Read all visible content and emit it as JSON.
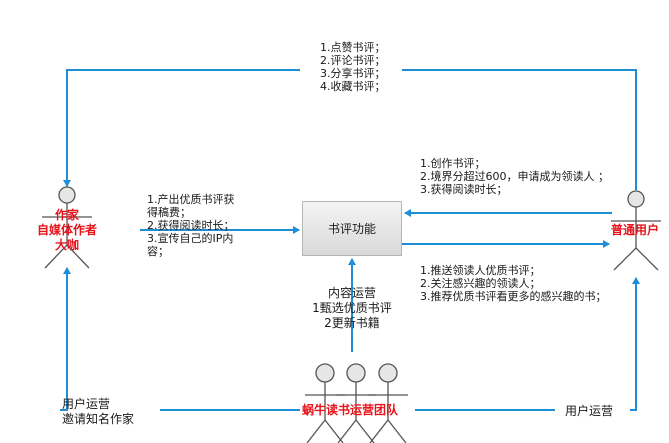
{
  "actors": {
    "author": {
      "lines": [
        "作家",
        "自媒体作者",
        "大咖"
      ]
    },
    "user": {
      "label": "普通用户"
    },
    "team": {
      "label": "蜗牛读书运营团队"
    }
  },
  "center_box": {
    "label": "书评功能"
  },
  "top_label": {
    "lines": [
      "1.点赞书评；",
      "2.评论书评；",
      "3.分享书评；",
      "4.收藏书评；"
    ]
  },
  "author_label": {
    "lines": [
      "1.产出优质书评获",
      "得稿费；",
      "2.获得阅读时长；",
      "3.宣传自己的IP内",
      "容；"
    ]
  },
  "user_to_box_label": {
    "lines": [
      "1.创作书评；",
      "2.境界分超过600，申请成为领读人 ；",
      "3.获得阅读时长；"
    ]
  },
  "box_to_user_label": {
    "lines": [
      "1.推送领读人优质书评；",
      "2.关注感兴趣的领读人；",
      "3.推荐优质书评看更多的感兴趣的书；"
    ]
  },
  "content_ops": {
    "lines": [
      "内容运营",
      "1甄选优质书评",
      "2更新书籍"
    ]
  },
  "left_ops": {
    "lines": [
      "用户运营",
      "邀请知名作家"
    ]
  },
  "right_ops": {
    "label": "用户运营"
  },
  "colors": {
    "arrow": "#1e8fd6",
    "actor_name": "#e8141c",
    "stroke": "#555555",
    "actor_fill": "#e6e6e6"
  }
}
